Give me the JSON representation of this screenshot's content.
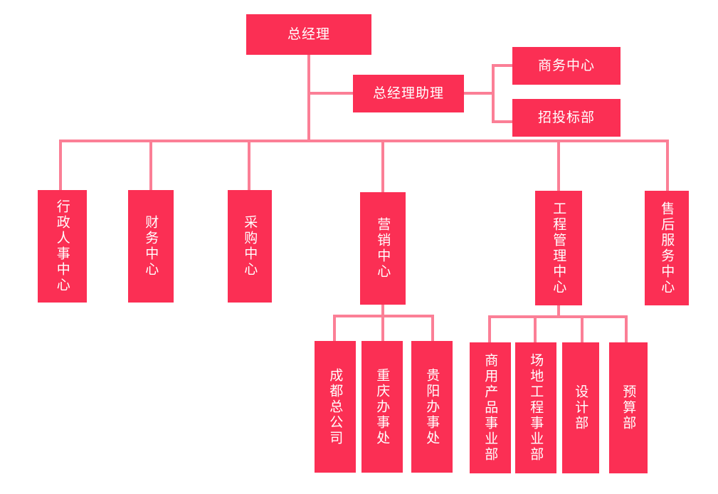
{
  "chart_title": "",
  "colors": {
    "node_fill": "#fb2f54",
    "node_text": "#ffffff",
    "connector": "#fb7f96",
    "background": "#ffffff"
  },
  "nodes": {
    "general_manager": {
      "label": "总经理",
      "orientation": "horizontal"
    },
    "gm_assistant": {
      "label": "总经理助理",
      "orientation": "horizontal"
    },
    "business_center": {
      "label": "商务中心",
      "orientation": "horizontal"
    },
    "bidding_department": {
      "label": "招投标部",
      "orientation": "horizontal"
    },
    "admin_hr_center": {
      "label": "行政人事中心",
      "orientation": "vertical"
    },
    "finance_center": {
      "label": "财务中心",
      "orientation": "vertical"
    },
    "procurement_center": {
      "label": "采购中心",
      "orientation": "vertical"
    },
    "marketing_center": {
      "label": "营销中心",
      "orientation": "vertical"
    },
    "engineering_mgmt_center": {
      "label": "工程管理中心",
      "orientation": "vertical"
    },
    "aftersales_service_center": {
      "label": "售后服务中心",
      "orientation": "vertical"
    },
    "chengdu_head_company": {
      "label": "成都总公司",
      "orientation": "vertical"
    },
    "chongqing_office": {
      "label": "重庆办事处",
      "orientation": "vertical"
    },
    "guiyang_office": {
      "label": "贵阳办事处",
      "orientation": "vertical"
    },
    "commercial_product_division": {
      "label": "商用产品事业部",
      "orientation": "vertical"
    },
    "site_engineering_division": {
      "label": "场地工程事业部",
      "orientation": "vertical"
    },
    "design_department": {
      "label": "设计部",
      "orientation": "vertical"
    },
    "budget_department": {
      "label": "预算部",
      "orientation": "vertical"
    }
  },
  "hierarchy": {
    "root": "general_manager",
    "edges": [
      {
        "from": "general_manager",
        "to": "gm_assistant"
      },
      {
        "from": "gm_assistant",
        "to": "business_center"
      },
      {
        "from": "gm_assistant",
        "to": "bidding_department"
      },
      {
        "from": "general_manager",
        "to": "admin_hr_center"
      },
      {
        "from": "general_manager",
        "to": "finance_center"
      },
      {
        "from": "general_manager",
        "to": "procurement_center"
      },
      {
        "from": "general_manager",
        "to": "marketing_center"
      },
      {
        "from": "general_manager",
        "to": "engineering_mgmt_center"
      },
      {
        "from": "general_manager",
        "to": "aftersales_service_center"
      },
      {
        "from": "marketing_center",
        "to": "chengdu_head_company"
      },
      {
        "from": "marketing_center",
        "to": "chongqing_office"
      },
      {
        "from": "marketing_center",
        "to": "guiyang_office"
      },
      {
        "from": "engineering_mgmt_center",
        "to": "commercial_product_division"
      },
      {
        "from": "engineering_mgmt_center",
        "to": "site_engineering_division"
      },
      {
        "from": "engineering_mgmt_center",
        "to": "design_department"
      },
      {
        "from": "engineering_mgmt_center",
        "to": "budget_department"
      }
    ]
  }
}
